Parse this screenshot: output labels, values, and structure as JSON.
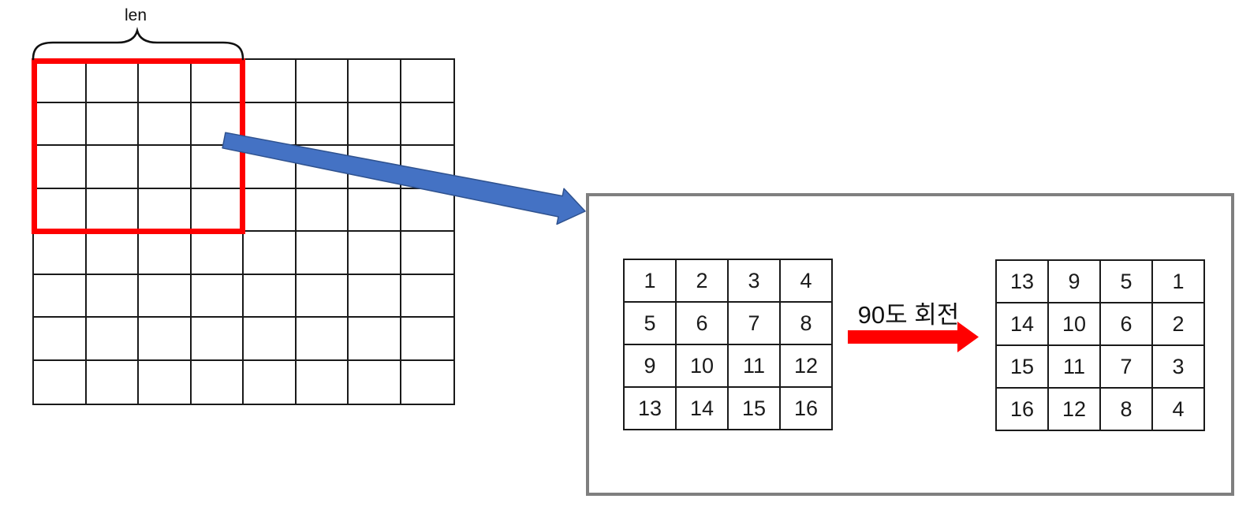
{
  "diagram": {
    "len_label": "len",
    "rotation_label": "90도 회전",
    "source_grid": {
      "rows": 8,
      "cols": 8,
      "selection_rows": 4,
      "selection_cols": 4
    },
    "matrix_before": [
      [
        1,
        2,
        3,
        4
      ],
      [
        5,
        6,
        7,
        8
      ],
      [
        9,
        10,
        11,
        12
      ],
      [
        13,
        14,
        15,
        16
      ]
    ],
    "matrix_after": [
      [
        13,
        9,
        5,
        1
      ],
      [
        14,
        10,
        6,
        2
      ],
      [
        15,
        11,
        7,
        3
      ],
      [
        16,
        12,
        8,
        4
      ]
    ],
    "colors": {
      "selection_border": "#fe0000",
      "rotate_arrow_fill": "#ff0000",
      "callout_arrow_fill": "#4472c4",
      "callout_arrow_stroke": "#2f528f",
      "brace_stroke": "#111111",
      "panel_border": "#7f7f7f",
      "grid_line": "#1a1a1a"
    }
  }
}
